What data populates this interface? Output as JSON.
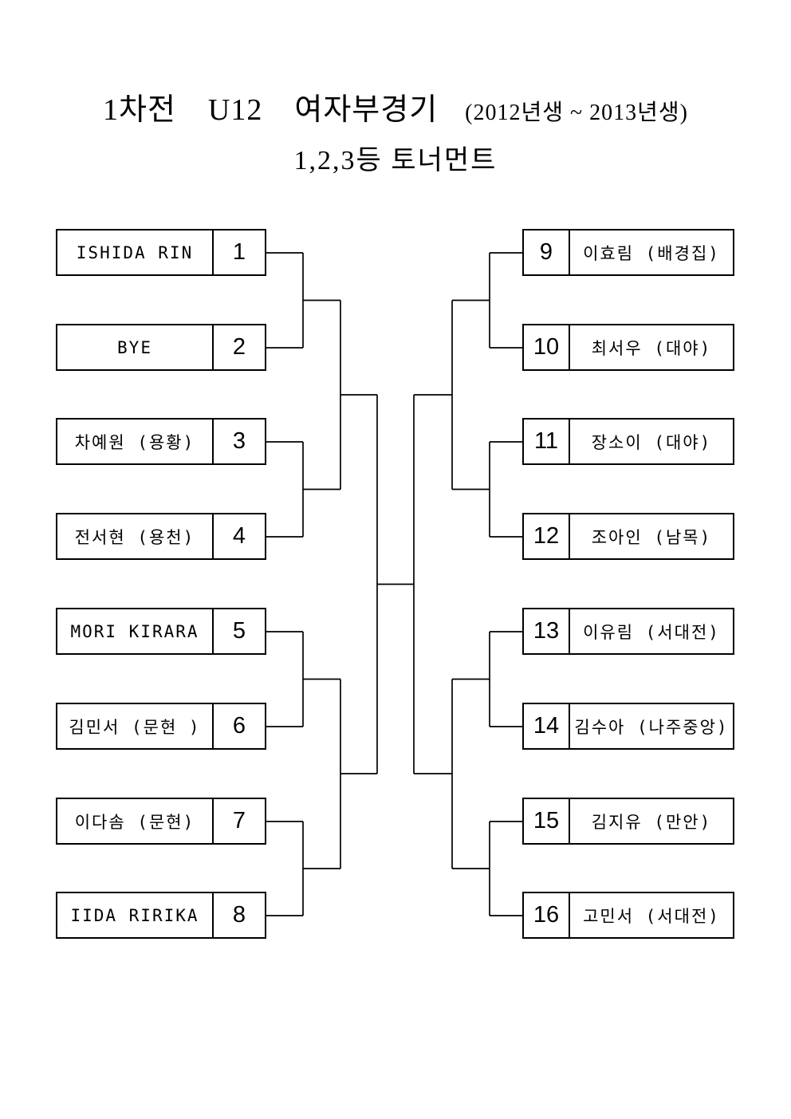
{
  "title": {
    "round": "1차전",
    "division": "U12",
    "event": "여자부경기",
    "birth_years": "(2012년생 ~ 2013년생)",
    "subtitle": "1,2,3등 토너먼트"
  },
  "colors": {
    "background": "#ffffff",
    "line": "#000000",
    "text": "#000000"
  },
  "bracket": {
    "left": [
      {
        "name": "ISHIDA RIN",
        "seed": "1"
      },
      {
        "name": "BYE",
        "seed": "2"
      },
      {
        "name": "차예원 (용황)",
        "seed": "3"
      },
      {
        "name": "전서현 (용천)",
        "seed": "4"
      },
      {
        "name": "MORI KIRARA",
        "seed": "5"
      },
      {
        "name": "김민서 (문현 )",
        "seed": "6"
      },
      {
        "name": "이다솜 (문현)",
        "seed": "7"
      },
      {
        "name": "IIDA RIRIKA",
        "seed": "8"
      }
    ],
    "right": [
      {
        "seed": "9",
        "name": "이효림 (배경집)"
      },
      {
        "seed": "10",
        "name": "최서우 (대야)"
      },
      {
        "seed": "11",
        "name": "장소이 (대야)"
      },
      {
        "seed": "12",
        "name": "조아인 (남목)"
      },
      {
        "seed": "13",
        "name": "이유림 (서대전)"
      },
      {
        "seed": "14",
        "name": "김수아 (나주중앙)"
      },
      {
        "seed": "15",
        "name": "김지유 (만안)"
      },
      {
        "seed": "16",
        "name": "고민서 (서대전)"
      }
    ]
  }
}
